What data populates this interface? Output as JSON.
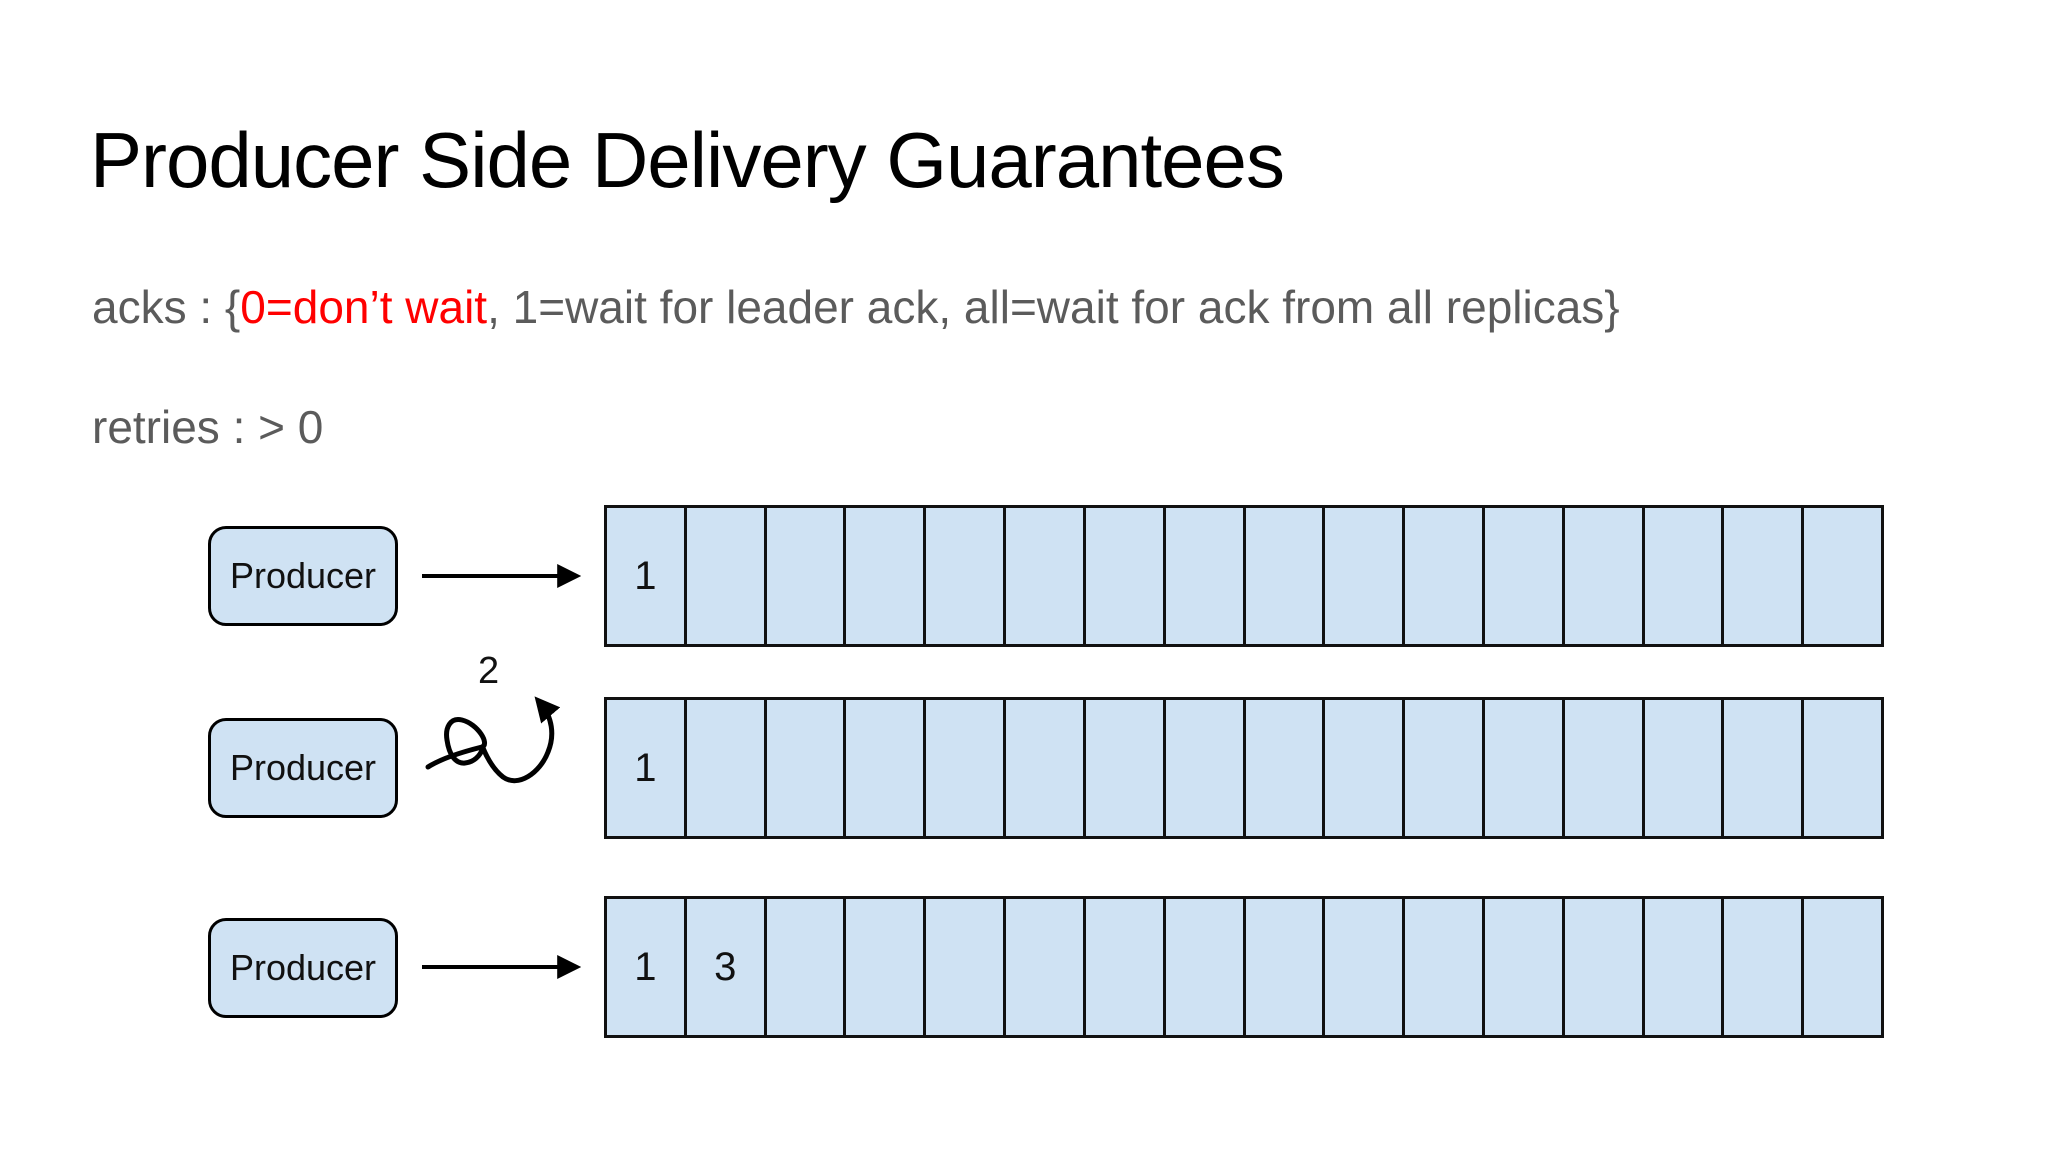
{
  "slide": {
    "title": "Producer Side Delivery Guarantees",
    "acks": {
      "prefix": "acks : {",
      "highlight": "0=don’t wait",
      "suffix": ", 1=wait for leader ack, all=wait for ack from all replicas}"
    },
    "retries": "retries : > 0",
    "retry_label": "2",
    "producers": [
      {
        "label": "Producer"
      },
      {
        "label": "Producer"
      },
      {
        "label": "Producer"
      }
    ],
    "partitions": [
      {
        "cells": [
          "1",
          "",
          "",
          "",
          "",
          "",
          "",
          "",
          "",
          "",
          "",
          "",
          "",
          "",
          "",
          ""
        ]
      },
      {
        "cells": [
          "1",
          "",
          "",
          "",
          "",
          "",
          "",
          "",
          "",
          "",
          "",
          "",
          "",
          "",
          "",
          ""
        ]
      },
      {
        "cells": [
          "1",
          "3",
          "",
          "",
          "",
          "",
          "",
          "",
          "",
          "",
          "",
          "",
          "",
          "",
          "",
          ""
        ]
      }
    ],
    "colors": {
      "cell_fill": "#cfe2f3",
      "outline": "#000000",
      "body_text": "#5b5b5b",
      "highlight_red": "#ff0000",
      "title_text": "#000000"
    }
  }
}
